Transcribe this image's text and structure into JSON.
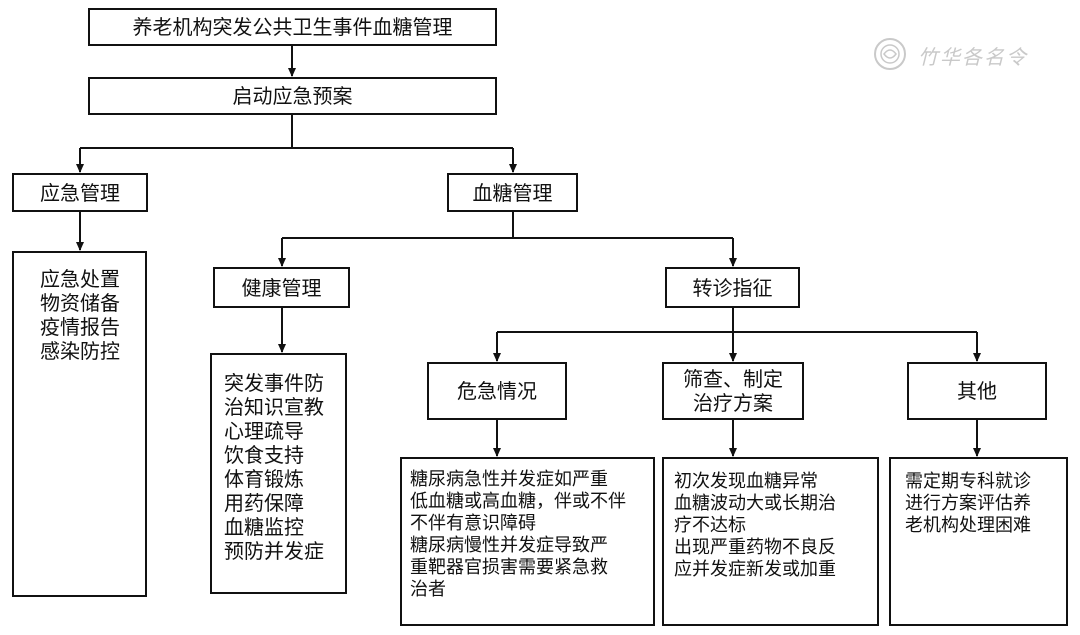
{
  "title": "养老机构突发公共卫生事件血糖管理",
  "start": "启动应急预案",
  "emergency_mgmt": {
    "label": "应急管理",
    "items": [
      "应急处置",
      "物资储备",
      "疫情报告",
      "感染防控"
    ]
  },
  "glucose_mgmt": {
    "label": "血糖管理"
  },
  "health_mgmt": {
    "label": "健康管理",
    "items": [
      "突发事件防",
      "治知识宣教",
      "心理疏导",
      "饮食支持",
      "体育锻炼",
      "用药保障",
      "血糖监控",
      "预防并发症"
    ]
  },
  "referral": {
    "label": "转诊指征"
  },
  "critical": {
    "label": "危急情况",
    "items": [
      "糖尿病急性并发症如严重",
      "低血糖或高血糖，伴或不伴",
      "不伴有意识障碍",
      "糖尿病慢性并发症导致严",
      "重靶器官损害需要紧急救",
      "治者"
    ]
  },
  "screening": {
    "label": "筛查、制定\n治疗方案",
    "items": [
      "初次发现血糖异常",
      "血糖波动大或长期治",
      "疗不达标",
      "出现严重药物不良反",
      "应并发症新发或加重"
    ]
  },
  "other": {
    "label": "其他",
    "items": [
      "需定期专科就诊",
      "进行方案评估养",
      "老机构处理困难"
    ]
  },
  "watermark": "竹华各名令"
}
